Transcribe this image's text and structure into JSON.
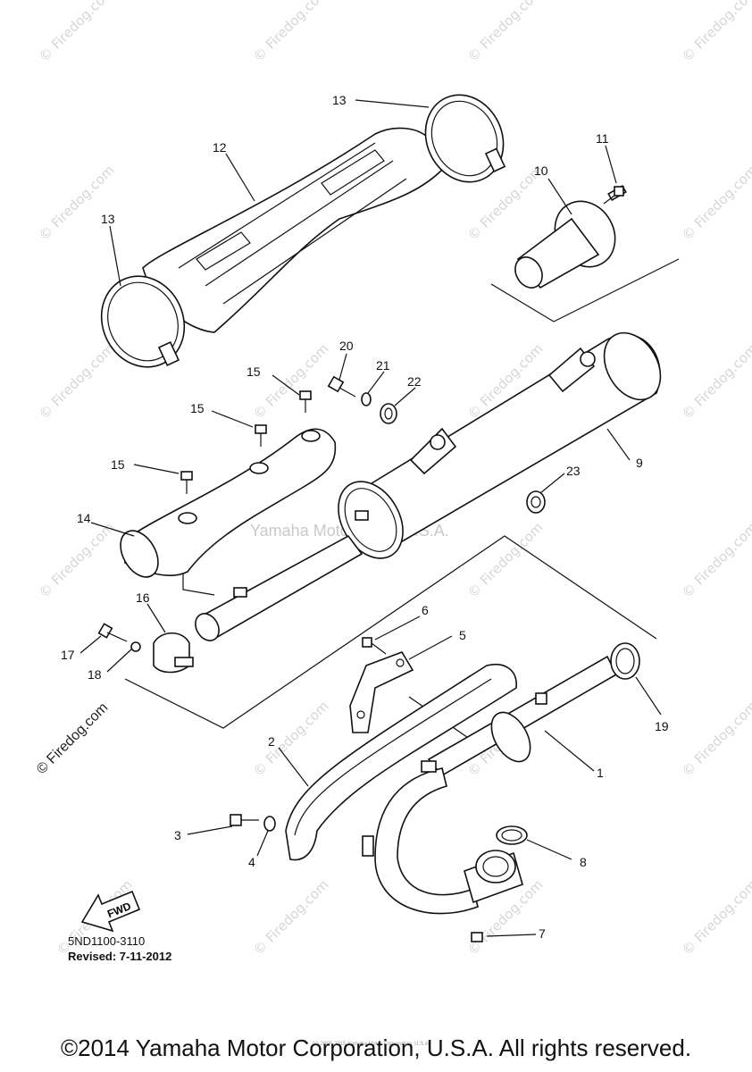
{
  "watermarks": {
    "firedog": "© Firedog.com",
    "center": "Yamaha Motor Corp, U.S.A."
  },
  "callouts": [
    "1",
    "2",
    "3",
    "4",
    "5",
    "6",
    "7",
    "8",
    "9",
    "10",
    "11",
    "12",
    "13",
    "13",
    "14",
    "15",
    "15",
    "15",
    "16",
    "17",
    "18",
    "19",
    "20",
    "21",
    "22",
    "23"
  ],
  "fwd_label": "FWD",
  "diagram_code": "5ND1100-3110",
  "revised": "Revised: 7-11-2012",
  "tiny_copyright": "(c) 2005-2015 Yamaha Motor Corporation, U.S.A.",
  "copyright": "©2014 Yamaha Motor Corporation, U.S.A. All rights reserved."
}
